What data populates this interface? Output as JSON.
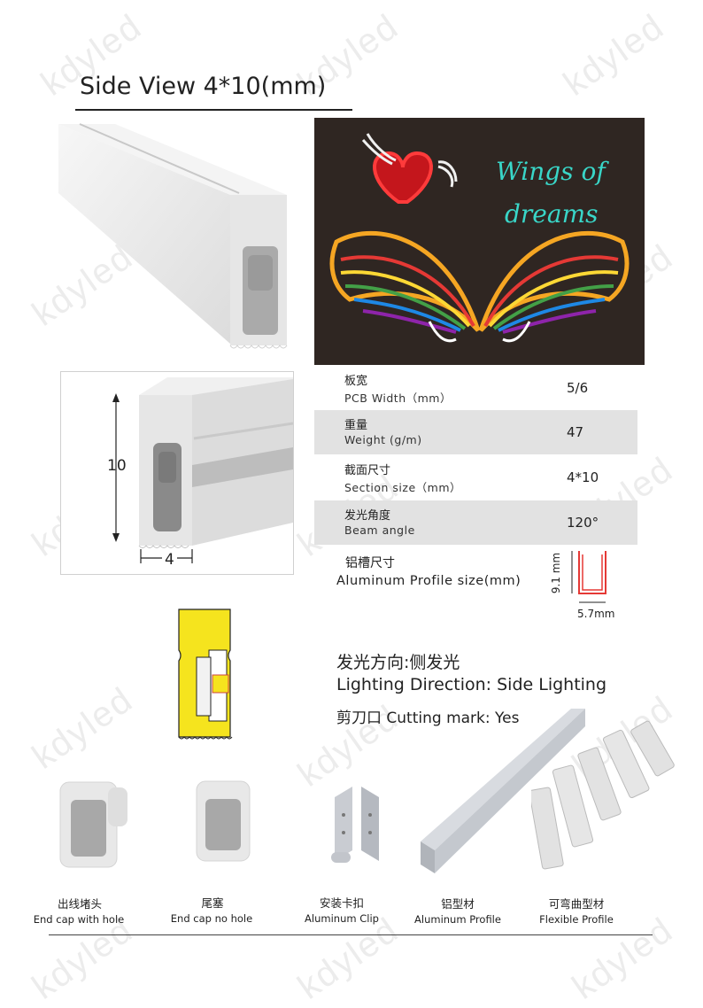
{
  "watermark": "kdyled",
  "title": "Side View  4*10(mm)",
  "dimension_drawing": {
    "height_label": "10",
    "width_label": "4"
  },
  "neon_photo": {
    "sign_text_line1": "Wings of",
    "sign_text_line2": "dreams"
  },
  "specs": [
    {
      "cn": "板宽",
      "en": "PCB Width（mm）",
      "value": "5/6"
    },
    {
      "cn": "重量",
      "en": "Weight (g/m)",
      "value": "47"
    },
    {
      "cn": "截面尺寸",
      "en": "Section size（mm）",
      "value": "4*10"
    },
    {
      "cn": "发光角度",
      "en": "Beam angle",
      "value": "120°"
    }
  ],
  "aluminum_profile": {
    "cn": "铝槽尺寸",
    "en": "Aluminum Profile size(mm)",
    "height_label": "9.1 mm",
    "width_label": "5.7mm"
  },
  "lighting": {
    "direction_cn": "发光方向:侧发光",
    "direction_en": "Lighting Direction: Side Lighting",
    "cutting_mark": "剪刀口 Cutting mark: Yes"
  },
  "accessories": [
    {
      "cn": "出线堵头",
      "en": "End cap with hole"
    },
    {
      "cn": "尾塞",
      "en": "End cap no hole"
    },
    {
      "cn": "安装卡扣",
      "en": "Aluminum Clip"
    },
    {
      "cn": "铝型材",
      "en": "Aluminum Profile"
    },
    {
      "cn": "可弯曲型材",
      "en": "Flexible Profile"
    }
  ],
  "colors": {
    "spec_row_alt": "#e2e2e2",
    "profile_gray": "#e8e8e8",
    "led_yellow": "#f5e41e",
    "photo_bg": "#2a2220"
  }
}
